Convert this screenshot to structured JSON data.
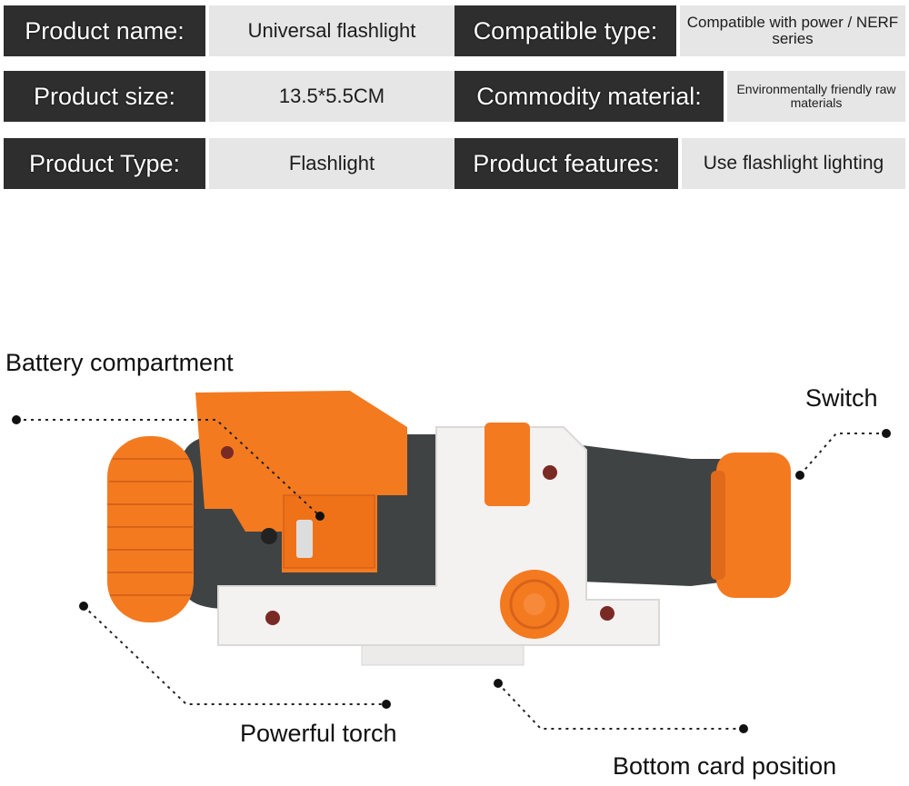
{
  "specs": [
    {
      "label": "Product name:",
      "value": "Universal flashlight"
    },
    {
      "label": "Compatible type:",
      "value": "Compatible with power / NERF series"
    },
    {
      "label": "Product size:",
      "value": "13.5*5.5CM"
    },
    {
      "label": "Commodity material:",
      "value": "Environmentally friendly raw materials"
    },
    {
      "label": "Product Type:",
      "value": "Flashlight"
    },
    {
      "label": "Product features:",
      "value": "Use flashlight lighting"
    }
  ],
  "callouts": {
    "battery": "Battery compartment",
    "switch": "Switch",
    "torch": "Powerful torch",
    "bottom": "Bottom card position"
  },
  "colors": {
    "orange": "#f47a20",
    "dark_grey": "#3f4344",
    "white_body": "#f4f1f1",
    "label_bg": "#2e2e2e",
    "value_bg": "#e6e6e6"
  }
}
